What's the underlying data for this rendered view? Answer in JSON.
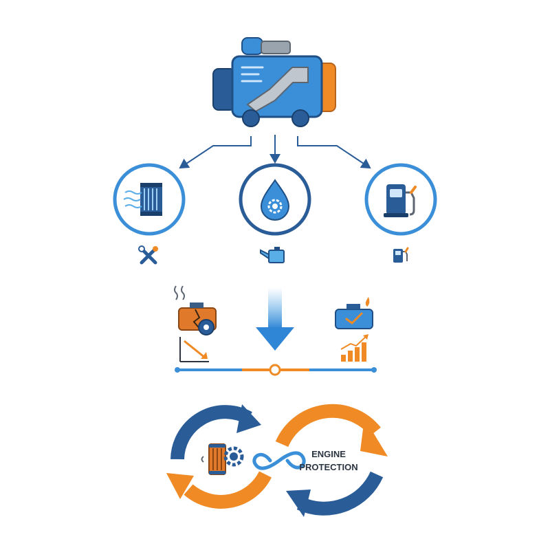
{
  "colors": {
    "blue": "#3a8fd8",
    "dark_blue": "#2a5d98",
    "light_blue": "#5aaee8",
    "orange": "#f08a24",
    "dark_text": "#2b3440",
    "white": "#ffffff"
  },
  "engine": {
    "icon": "engine-block-icon"
  },
  "categories": [
    {
      "id": "air-filter",
      "icon": "air-filter-icon",
      "sub_icon": "wrench-screwdriver-icon",
      "ring_color": "#3a8fd8"
    },
    {
      "id": "oil",
      "icon": "oil-drop-gear-icon",
      "sub_icon": "oil-can-icon",
      "ring_color": "#2a5d98"
    },
    {
      "id": "fuel",
      "icon": "fuel-pump-icon",
      "sub_icon": "small-fuel-pump-icon",
      "ring_color": "#3a8fd8"
    }
  ],
  "comparison": {
    "left": {
      "icon": "damaged-engine-icon",
      "trend_icon": "declining-trend-icon"
    },
    "right": {
      "icon": "healthy-engine-icon",
      "trend_icon": "rising-bar-chart-icon"
    }
  },
  "cycle": {
    "label_line1": "ENGINE",
    "label_line2": "PROTECTION",
    "left_icon": "filter-gear-icon",
    "center_icon": "infinity-icon"
  }
}
